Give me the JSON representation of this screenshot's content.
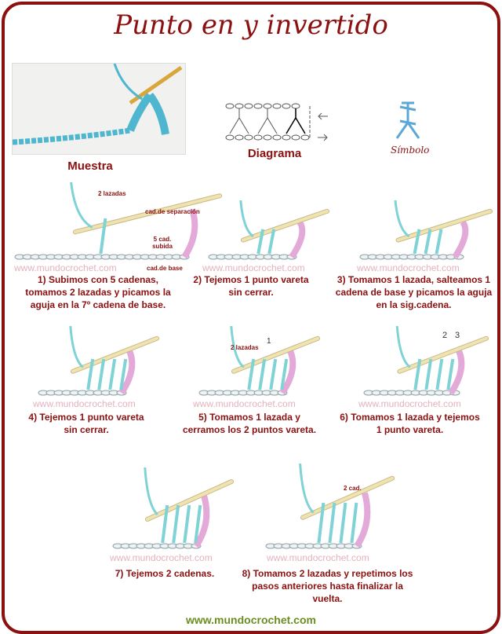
{
  "title": "Punto en y invertido",
  "header": {
    "muestra": "Muestra",
    "diagrama": "Diagrama",
    "simbolo": "Símbolo"
  },
  "watermark": "www.mundocrochet.com",
  "step1_notes": {
    "lazadas": "2 lazadas",
    "separacion": "cad.de separación",
    "subida": "5 cad. subida",
    "base": "cad.de base"
  },
  "step5_note": "2 lazadas",
  "step5_arrow": "1",
  "step6_arrows": [
    "2",
    "3"
  ],
  "step8_note": "2 cad.",
  "steps": [
    {
      "caption": "1) Subimos con 5 cadenas, tomamos 2 lazadas y picamos la aguja en la 7º cadena de base."
    },
    {
      "caption": "2) Tejemos 1 punto vareta sin cerrar."
    },
    {
      "caption": "3) Tomamos 1 lazada, salteamos 1 cadena de base y picamos la aguja en la sig.cadena."
    },
    {
      "caption": "4) Tejemos 1 punto vareta sin cerrar."
    },
    {
      "caption": "5) Tomamos 1 lazada y cerramos los 2 puntos vareta."
    },
    {
      "caption": "6) Tomamos 1 lazada y tejemos 1 punto vareta."
    },
    {
      "caption": "7) Tejemos 2 cadenas."
    },
    {
      "caption": "8) Tomamos 2 lazadas y repetimos los pasos anteriores hasta finalizar la vuelta."
    }
  ],
  "footer": "www.mundocrochet.com",
  "colors": {
    "border": "#8b1010",
    "yarn": "#7fd3d6",
    "chain_pink": "#e3a9d8",
    "hook": "#efe3b0",
    "footer": "#6b8e23"
  }
}
